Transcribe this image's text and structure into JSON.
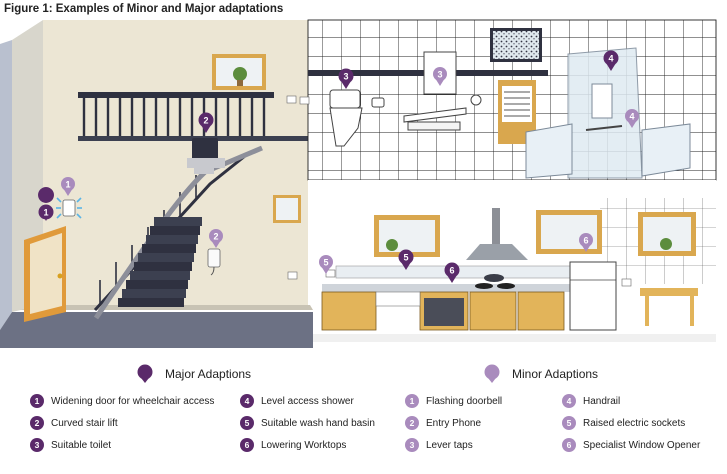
{
  "title": "Figure 1: Examples of Minor and Major adaptations",
  "colors": {
    "major": "#5a2a6a",
    "minor": "#a98bbd",
    "wall_beige": "#ece6d4",
    "floor_grey": "#6c7184",
    "wood": "#e2b45a"
  },
  "legend": {
    "major_heading": "Major Adaptions",
    "minor_heading": "Minor Adaptions",
    "major_items": [
      {
        "num": "1",
        "label": "Widening door for wheelchair access"
      },
      {
        "num": "2",
        "label": "Curved stair lift"
      },
      {
        "num": "3",
        "label": "Suitable toilet"
      },
      {
        "num": "4",
        "label": "Level access shower"
      },
      {
        "num": "5",
        "label": "Suitable wash hand basin"
      },
      {
        "num": "6",
        "label": "Lowering Worktops"
      }
    ],
    "minor_items": [
      {
        "num": "1",
        "label": "Flashing doorbell"
      },
      {
        "num": "2",
        "label": "Entry Phone"
      },
      {
        "num": "3",
        "label": "Lever taps"
      },
      {
        "num": "4",
        "label": "Handrail"
      },
      {
        "num": "5",
        "label": "Raised electric sockets"
      },
      {
        "num": "6",
        "label": "Specialist Window Opener"
      }
    ]
  },
  "markers": [
    {
      "type": "major",
      "num": "1"
    },
    {
      "type": "minor",
      "num": "1"
    },
    {
      "type": "major",
      "num": "2"
    },
    {
      "type": "minor",
      "num": "2"
    },
    {
      "type": "major",
      "num": "3"
    },
    {
      "type": "minor",
      "num": "3"
    },
    {
      "type": "major",
      "num": "4"
    },
    {
      "type": "minor",
      "num": "4"
    },
    {
      "type": "major",
      "num": "5"
    },
    {
      "type": "minor",
      "num": "5"
    },
    {
      "type": "major",
      "num": "6"
    },
    {
      "type": "minor",
      "num": "6"
    }
  ]
}
